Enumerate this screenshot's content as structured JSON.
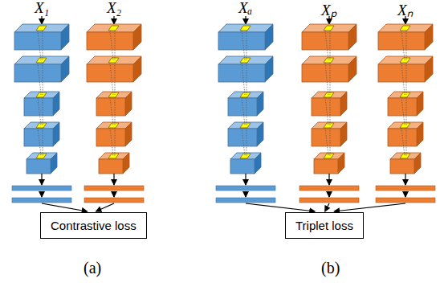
{
  "diagram": {
    "nodes": [
      {
        "text": [
          "Contrastive loss"
        ]
      },
      {
        "text": [
          "Triplet loss"
        ]
      }
    ],
    "labels": [
      "X₁",
      "X₂",
      "Xₐ",
      "Xₚ",
      "Xₙ",
      "(a)",
      "(b)"
    ]
  }
}
